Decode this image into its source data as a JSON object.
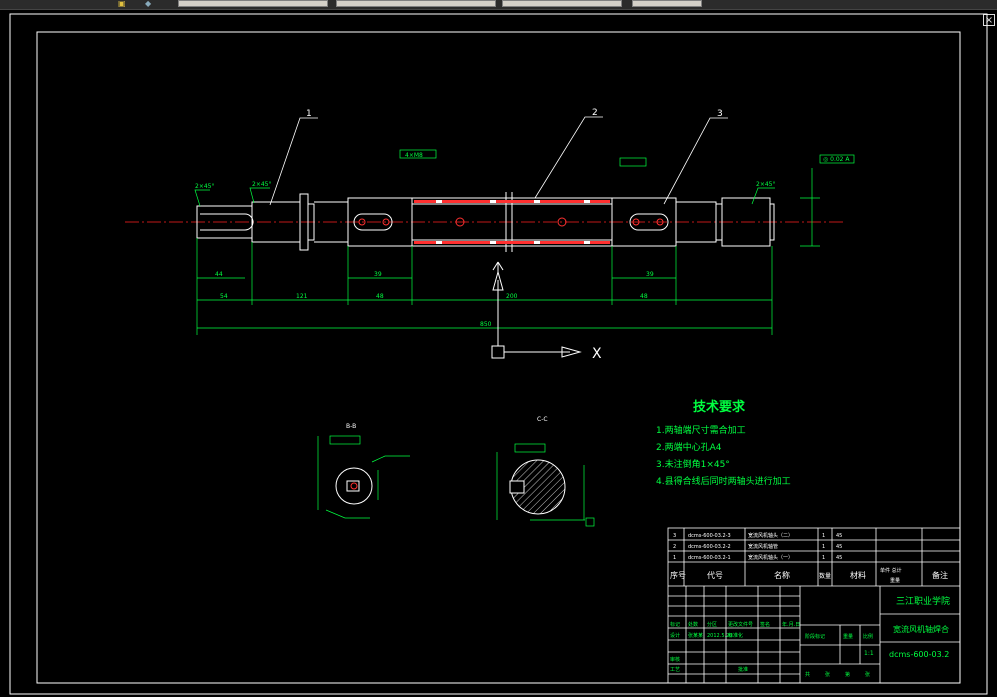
{
  "toolbar": {
    "fields": [
      "",
      "",
      "",
      "",
      ""
    ],
    "icons": [
      "folder-icon",
      "layer-icon"
    ]
  },
  "window": {
    "close_label": "×"
  },
  "drawing": {
    "balloons": [
      "1",
      "2",
      "3"
    ],
    "axis_label": "X",
    "section_labels": [
      "B-B",
      "C-C"
    ],
    "tech_req": {
      "title": "技术要求",
      "lines": [
        "1.两轴端尺寸需合加工",
        "2.两端中心孔A4",
        "3.未注倒角1×45°",
        "4.县得合线后同时两轴头进行加工"
      ]
    },
    "bom": [
      {
        "no": "3",
        "code": "dcms-600-03.2-3",
        "name": "宽流风机轴头（二）",
        "qty": "1",
        "mat": "45"
      },
      {
        "no": "2",
        "code": "dcms-600-03.2-2",
        "name": "宽流风机轴管",
        "qty": "1",
        "mat": "45"
      },
      {
        "no": "1",
        "code": "dcms-600-03.2-1",
        "name": "宽流风机轴头（一）",
        "qty": "1",
        "mat": "45"
      }
    ],
    "bom_header": {
      "no": "序号",
      "code": "代号",
      "name": "名称",
      "qty": "数量",
      "mat": "材料",
      "weight": "单件 总计",
      "weight2": "重量",
      "remark": "备注"
    },
    "title_block": {
      "school": "三江职业学院",
      "part_name": "宽流风机轴焊合",
      "drawing_no": "dcms-600-03.2",
      "scale": "1:1",
      "row_labels": [
        "标记",
        "处数",
        "分区",
        "更改文件号",
        "签名",
        "年.月.日"
      ],
      "design_row": [
        "设计",
        "张某某",
        "2012.5.20",
        "标准化"
      ],
      "stage_labels": [
        "阶段标记",
        "重量",
        "比例"
      ],
      "review": "审核",
      "process": "工艺",
      "approve": "批准",
      "sheet": [
        "共",
        "张",
        "第",
        "张"
      ]
    }
  }
}
